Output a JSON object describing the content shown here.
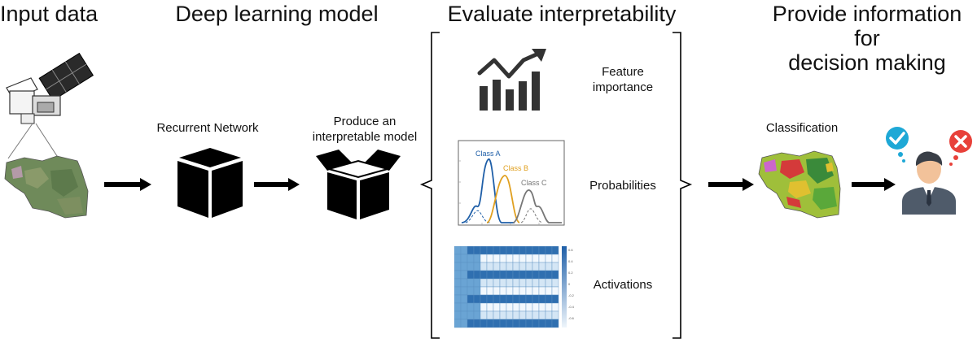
{
  "headings": {
    "input": "Input data",
    "model": "Deep learning model",
    "evaluate": "Evaluate interpretability",
    "provide_lines": [
      "Provide information",
      "for",
      "decision making"
    ]
  },
  "labels": {
    "recurrent": "Recurrent Network",
    "produce_lines": [
      "Produce an",
      "interpretable model"
    ],
    "feature_lines": [
      "Feature",
      "importance"
    ],
    "probabilities": "Probabilities",
    "activations": "Activations",
    "classification": "Classification"
  },
  "density_plot": {
    "series_labels": [
      "Class A",
      "Class B",
      "Class C"
    ],
    "colors": [
      "#1f5fa8",
      "#e0a020",
      "#777777"
    ]
  },
  "heatmap": {
    "colorbar_ticks": [
      "0.6",
      "0.4",
      "0.2",
      "0",
      "-0.2",
      "-0.4",
      "-0.6"
    ]
  },
  "colors": {
    "arrow": "#000000",
    "check": "#1ea8d6",
    "cross": "#e8413a",
    "suit": "#4f5b6a",
    "skin": "#f2c29a"
  }
}
